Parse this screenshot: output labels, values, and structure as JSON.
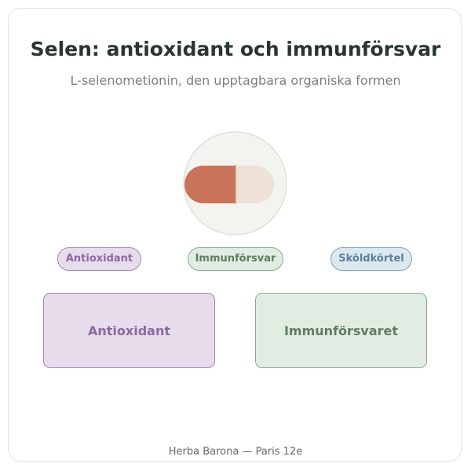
{
  "header": {
    "title": "Selen: antioxidant och immunförsvar",
    "subtitle": "L-selenometionin, den upptagbara organiska formen"
  },
  "capsule": {
    "icon": "capsule-icon",
    "colors": {
      "circle_fill": "#f3f3ef",
      "circle_stroke": "#dcdcd6",
      "left_half": "#c8735a",
      "right_half": "#ede2d5",
      "divider": "#c69a7c"
    }
  },
  "tags": [
    {
      "label": "Antioxidant",
      "color": "#8a6aa0"
    },
    {
      "label": "Immunförsvar",
      "color": "#5f7d63"
    },
    {
      "label": "Sköldkörtel",
      "color": "#5f7f96"
    }
  ],
  "boxes": [
    {
      "label": "Antioxidant",
      "color": "#e6dcec"
    },
    {
      "label": "Immunförsvaret",
      "color": "#e1ece2"
    }
  ],
  "footer": {
    "text": "Herba Barona — Paris 12e"
  }
}
